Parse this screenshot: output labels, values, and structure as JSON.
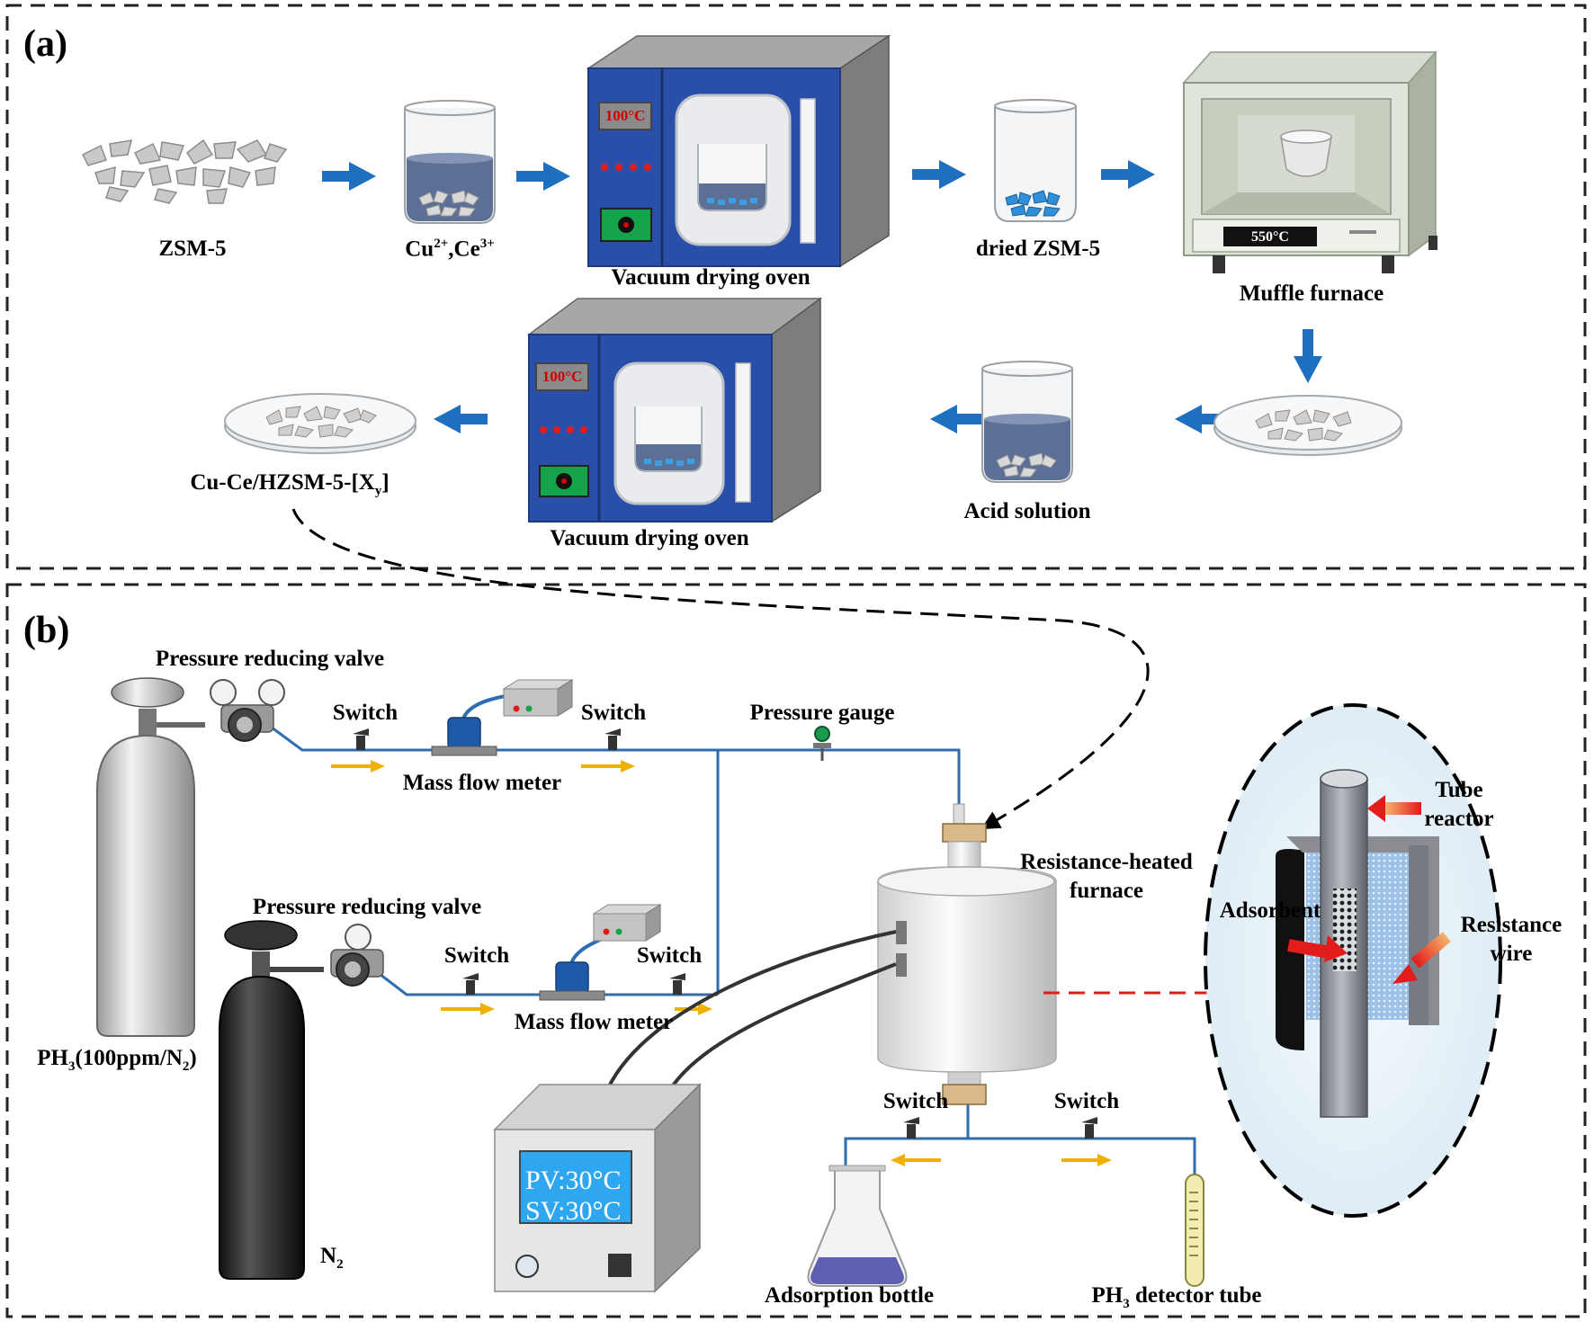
{
  "panel_a": {
    "tag": "(a)",
    "labels": {
      "zsm5": "ZSM-5",
      "cu_ion": "Cu",
      "cu_charge": "2+",
      "comma": ",",
      "ce_ion": "Ce",
      "ce_charge": "3+",
      "oven_1": "Vacuum drying oven",
      "dried": "dried ZSM-5",
      "muffle": "Muffle furnace",
      "acid": "Acid solution",
      "oven_2": "Vacuum drying oven",
      "product_main": "Cu-Ce/HZSM-5-[X",
      "product_sub": "y",
      "product_end": "]"
    },
    "displays": {
      "oven_1_temp": "100°C",
      "oven_2_temp": "100°C",
      "muffle_temp": "550°C"
    }
  },
  "panel_b": {
    "tag": "(b)",
    "labels": {
      "valve_top": "Pressure reducing valve",
      "valve_bottom": "Pressure reducing valve",
      "switch_1": "Switch",
      "switch_2": "Switch",
      "switch_3": "Switch",
      "switch_4": "Switch",
      "switch_5": "Switch",
      "switch_6": "Switch",
      "mfm_top": "Mass flow meter",
      "mfm_bottom": "Mass flow meter",
      "pressure_gauge": "Pressure gauge",
      "furnace_line1": "Resistance-heated",
      "furnace_line2": "furnace",
      "tube_line1": "Tube",
      "tube_line2": "reactor",
      "adsorbent": "Adsorbent",
      "wire_line1": "Resistance",
      "wire_line2": "wire",
      "ph3_a": "PH",
      "ph3_sub": "3",
      "ph3_b": "(100ppm/N",
      "ph3_sub2": "2",
      "ph3_c": ")",
      "n2_a": "N",
      "n2_sub": "2",
      "adsorption_bottle": "Adsorption bottle",
      "detector_a": "PH",
      "detector_sub": "3",
      "detector_b": " detector tube"
    },
    "controller": {
      "pv": "PV:30°C",
      "sv": "SV:30°C"
    }
  },
  "colors": {
    "arrow_blue": "#1f6fc1",
    "oven_blue": "#2a4fa8",
    "pipe_blue": "#2e6db0",
    "flow_arrow": "#f0b000",
    "red_arrow": "#e21b1b",
    "screen_blue": "#2fa7f0"
  }
}
